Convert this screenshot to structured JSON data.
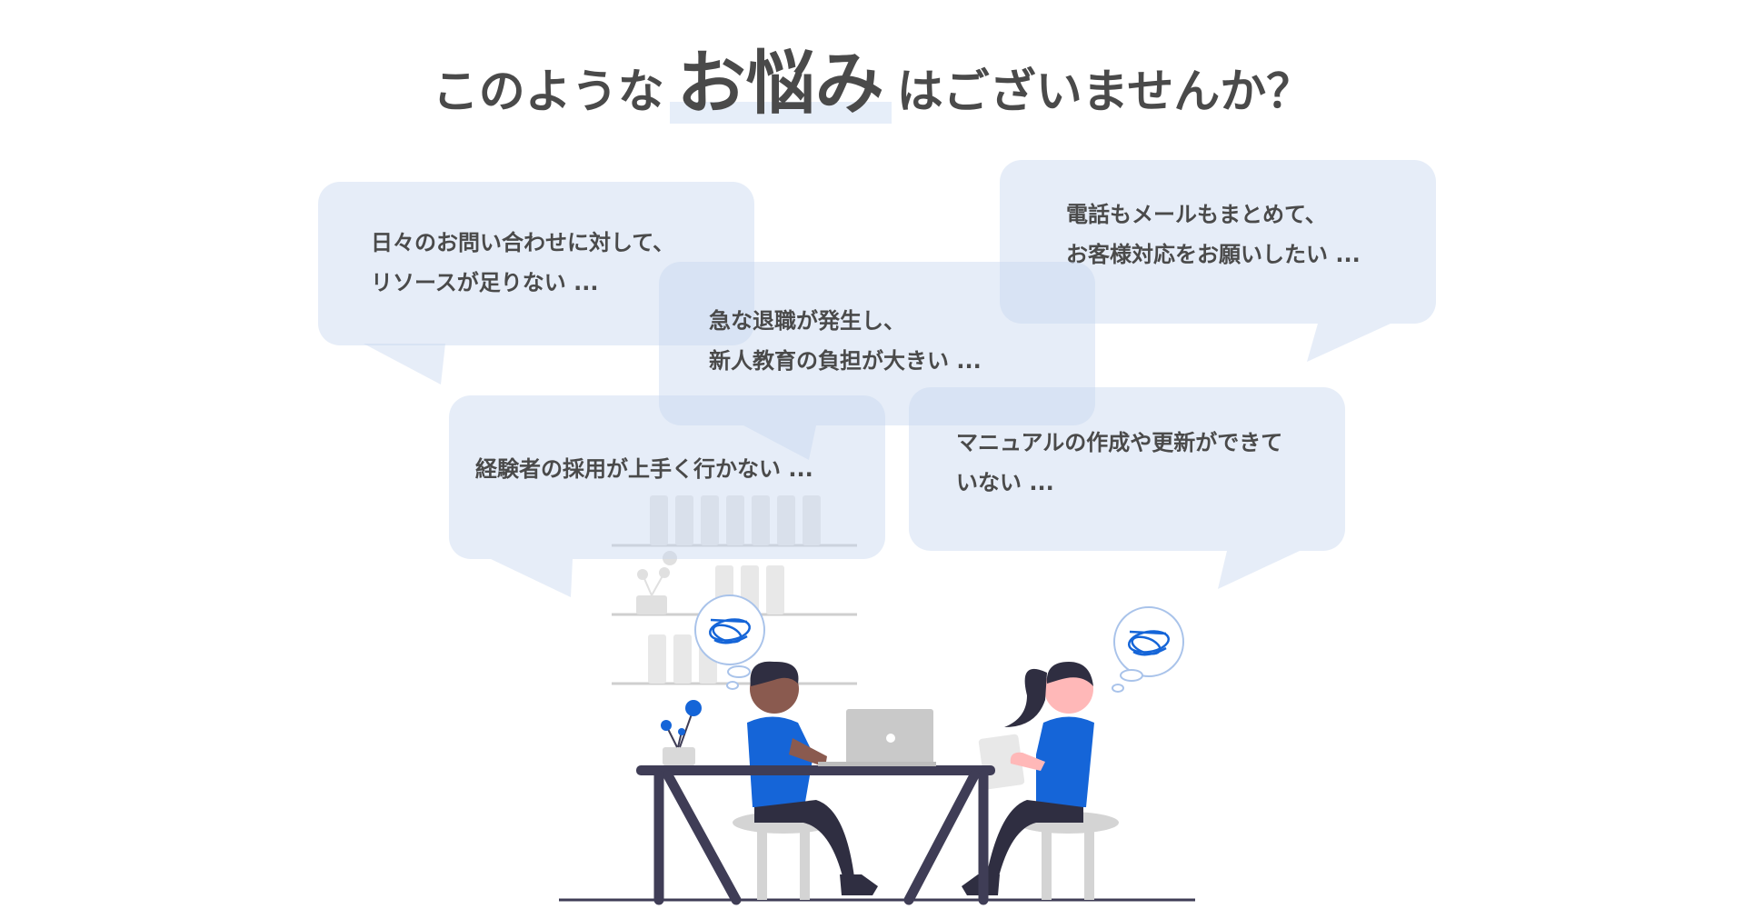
{
  "heading": {
    "prefix": "このような",
    "emphasis": "お悩み",
    "suffix": "はございませんか？"
  },
  "bubbles": [
    {
      "line1": "日々のお問い合わせに対して、",
      "line2": "リソースが足りない ..."
    },
    {
      "line1": "急な退職が発生し、",
      "line2": "新人教育の負担が大きい ..."
    },
    {
      "line1": "電話もメールもまとめて、",
      "line2": "お客様対応をお願いしたい ..."
    },
    {
      "line1": "経験者の採用が上手く行かない ...",
      "line2": ""
    },
    {
      "line1": "マニュアルの作成や更新ができて",
      "line2": "いない ..."
    }
  ],
  "illustration": {
    "name": "two-people-at-desk-illustration",
    "accent_color": "#1565d8",
    "bubble_color": "#c8d7f0"
  }
}
